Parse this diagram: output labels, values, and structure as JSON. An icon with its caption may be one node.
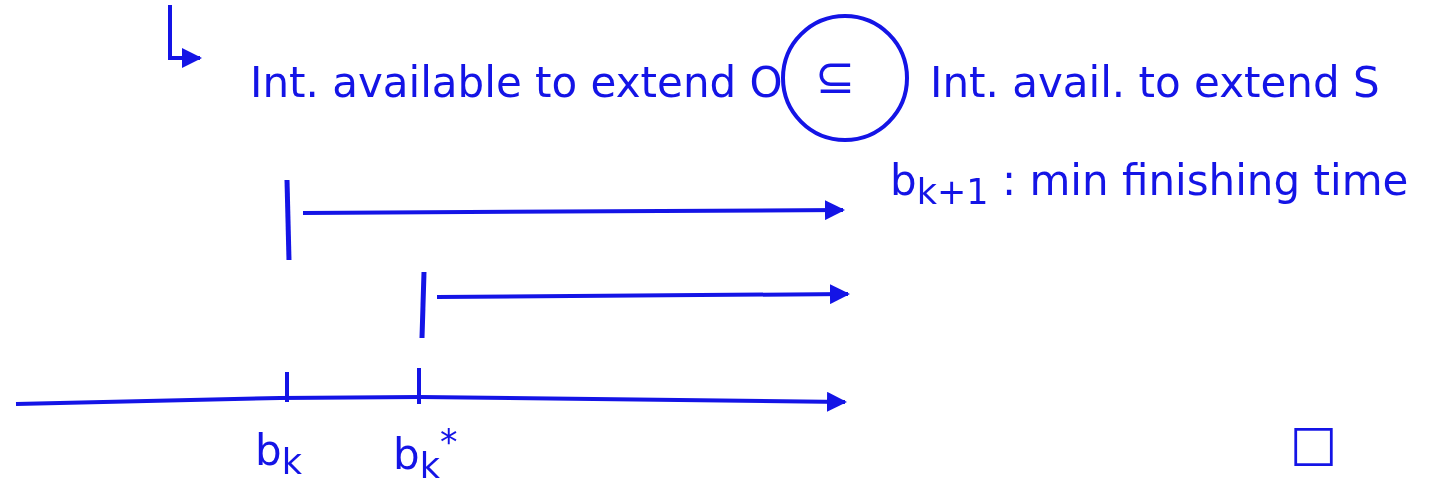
{
  "diagram": {
    "labels": [
      "Int. available to extend O",
      "⊆",
      "Int. avail. to extend S",
      "b$_{k+1}$ : min finishing time",
      "b$_{k}$",
      "b$_{k}$$^{*}$",
      "□"
    ]
  }
}
